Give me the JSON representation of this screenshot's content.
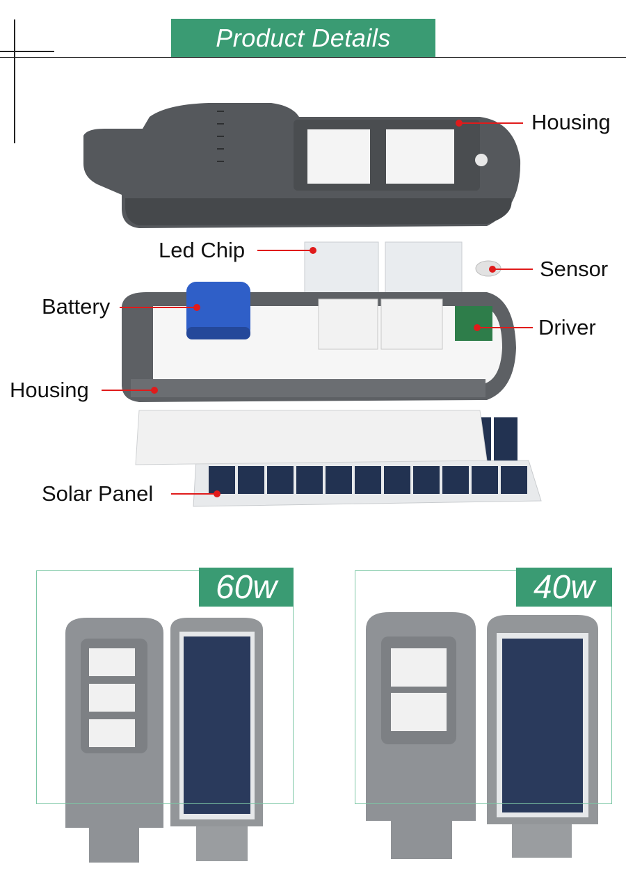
{
  "header": {
    "title": "Product Details"
  },
  "labels": {
    "housing_top": "Housing",
    "led_chip": "Led Chip",
    "sensor": "Sensor",
    "battery": "Battery",
    "driver": "Driver",
    "housing_frame": "Housing",
    "solar_panel": "Solar Panel"
  },
  "variants": [
    {
      "watt": "60w"
    },
    {
      "watt": "40w"
    }
  ],
  "colors": {
    "accent": "#3a9b73",
    "leader": "#e01b1b",
    "housing": "#5f6266",
    "battery": "#2f5fc8",
    "solar_cell": "#223251"
  }
}
